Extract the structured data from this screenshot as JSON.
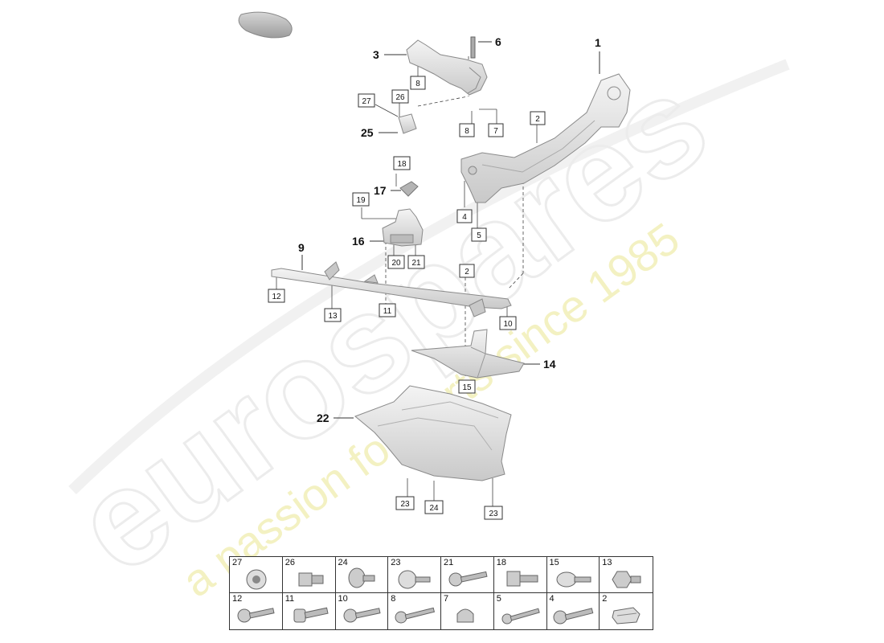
{
  "watermark": {
    "brand": "eurospares",
    "tagline": "a passion for parts since 1985"
  },
  "bold_callouts": [
    "1",
    "3",
    "6",
    "9",
    "14",
    "16",
    "17",
    "22",
    "25"
  ],
  "boxed_callouts": [
    "2",
    "2",
    "4",
    "5",
    "7",
    "8",
    "8",
    "10",
    "11",
    "12",
    "13",
    "15",
    "18",
    "19",
    "20",
    "21",
    "23",
    "23",
    "24",
    "26",
    "27"
  ],
  "fastener_table": {
    "row1": [
      {
        "num": "27",
        "icon": "flange-nut-icon"
      },
      {
        "num": "26",
        "icon": "short-hex-bolt-icon"
      },
      {
        "num": "24",
        "icon": "push-rivet-icon"
      },
      {
        "num": "23",
        "icon": "washer-screw-icon"
      },
      {
        "num": "21",
        "icon": "long-flange-bolt-icon"
      },
      {
        "num": "18",
        "icon": "hex-bolt-icon"
      },
      {
        "num": "15",
        "icon": "wide-washer-screw-icon"
      },
      {
        "num": "13",
        "icon": "short-hex-bolt-icon"
      }
    ],
    "row2": [
      {
        "num": "12",
        "icon": "flange-bolt-icon"
      },
      {
        "num": "11",
        "icon": "socket-bolt-icon"
      },
      {
        "num": "10",
        "icon": "flange-bolt-icon"
      },
      {
        "num": "8",
        "icon": "long-bolt-icon"
      },
      {
        "num": "7",
        "icon": "cap-nut-icon"
      },
      {
        "num": "5",
        "icon": "long-bolt-icon"
      },
      {
        "num": "4",
        "icon": "long-flange-bolt-icon"
      },
      {
        "num": "2",
        "icon": "spring-clip-icon"
      }
    ]
  },
  "colors": {
    "part_fill": "#e4e4e4",
    "part_stroke": "#9a9a9a",
    "watermark": "#efefef",
    "watermark_yellow": "#f4f1b8"
  }
}
